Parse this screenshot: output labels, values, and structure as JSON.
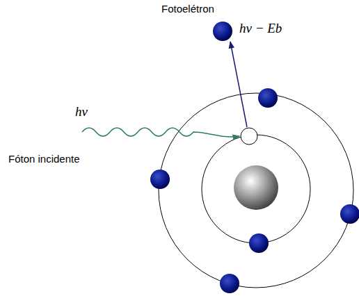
{
  "diagram": {
    "labels": [
      "Fotoelétron",
      "hν − Eb",
      "hν",
      "Fóton incidente"
    ]
  }
}
